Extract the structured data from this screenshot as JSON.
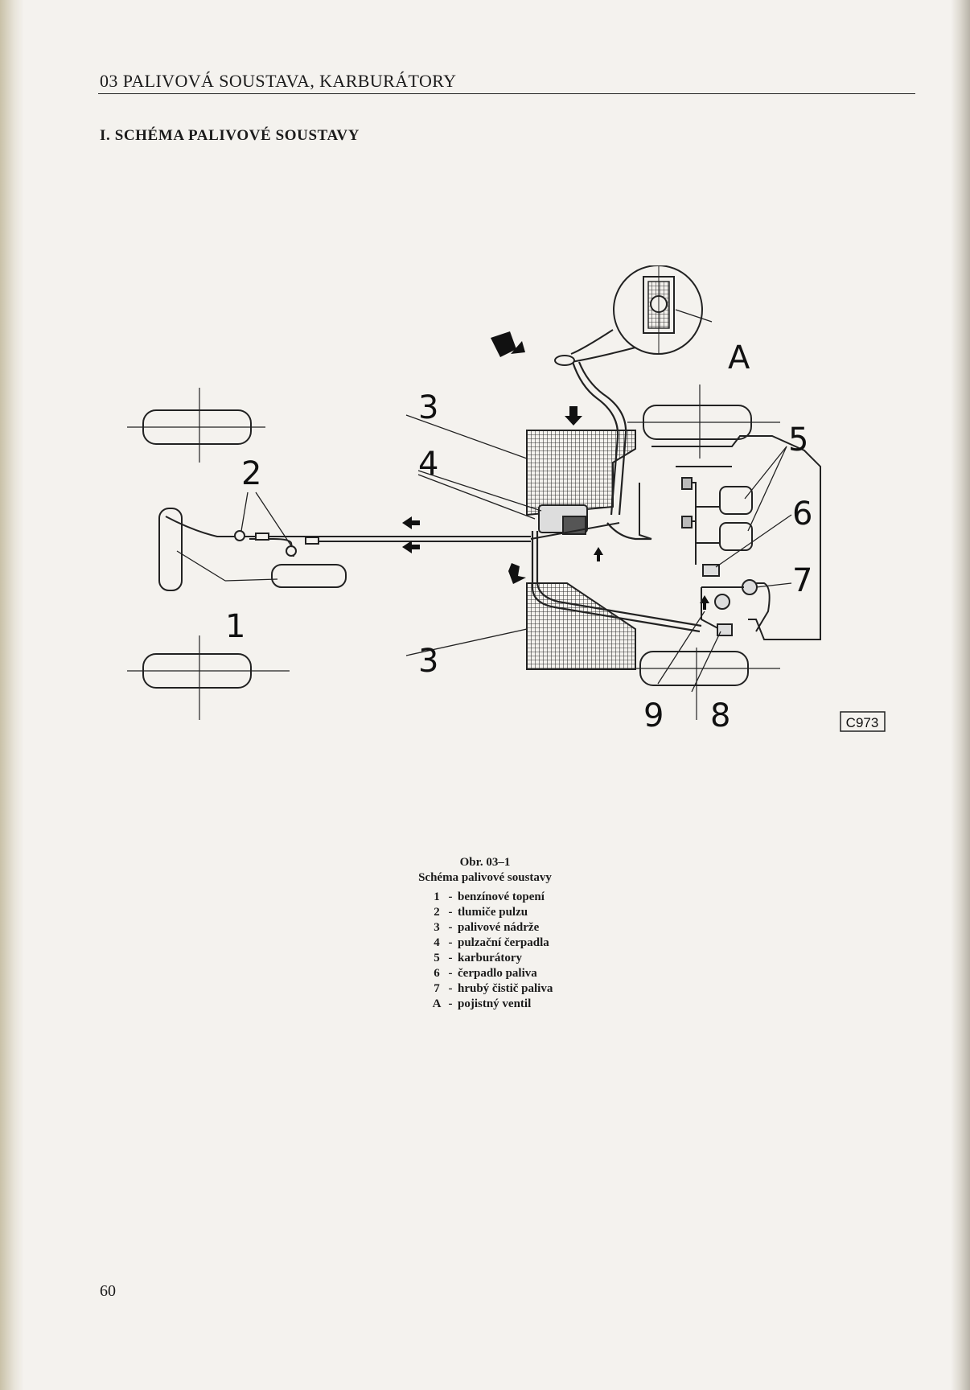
{
  "header": {
    "text": "03   PALIVOVÁ SOUSTAVA, KARBURÁTORY"
  },
  "section": {
    "title": "I. SCHÉMA PALIVOVÉ SOUSTAVY"
  },
  "diagram": {
    "labels": [
      "1",
      "2",
      "3",
      "3",
      "4",
      "5",
      "6",
      "7",
      "8",
      "9",
      "A"
    ],
    "code": "C973"
  },
  "caption": {
    "figure": "Obr. 03–1",
    "title": "Schéma palivové soustavy",
    "legend": [
      {
        "key": "1",
        "text": "benzínové topení"
      },
      {
        "key": "2",
        "text": "tlumiče pulzu"
      },
      {
        "key": "3",
        "text": "palivové nádrže"
      },
      {
        "key": "4",
        "text": "pulzační čerpadla"
      },
      {
        "key": "5",
        "text": "karburátory"
      },
      {
        "key": "6",
        "text": "čerpadlo paliva"
      },
      {
        "key": "7",
        "text": "hrubý čistič paliva"
      },
      {
        "key": "A",
        "text": "pojistný ventil"
      }
    ]
  },
  "page": {
    "number": "60"
  }
}
